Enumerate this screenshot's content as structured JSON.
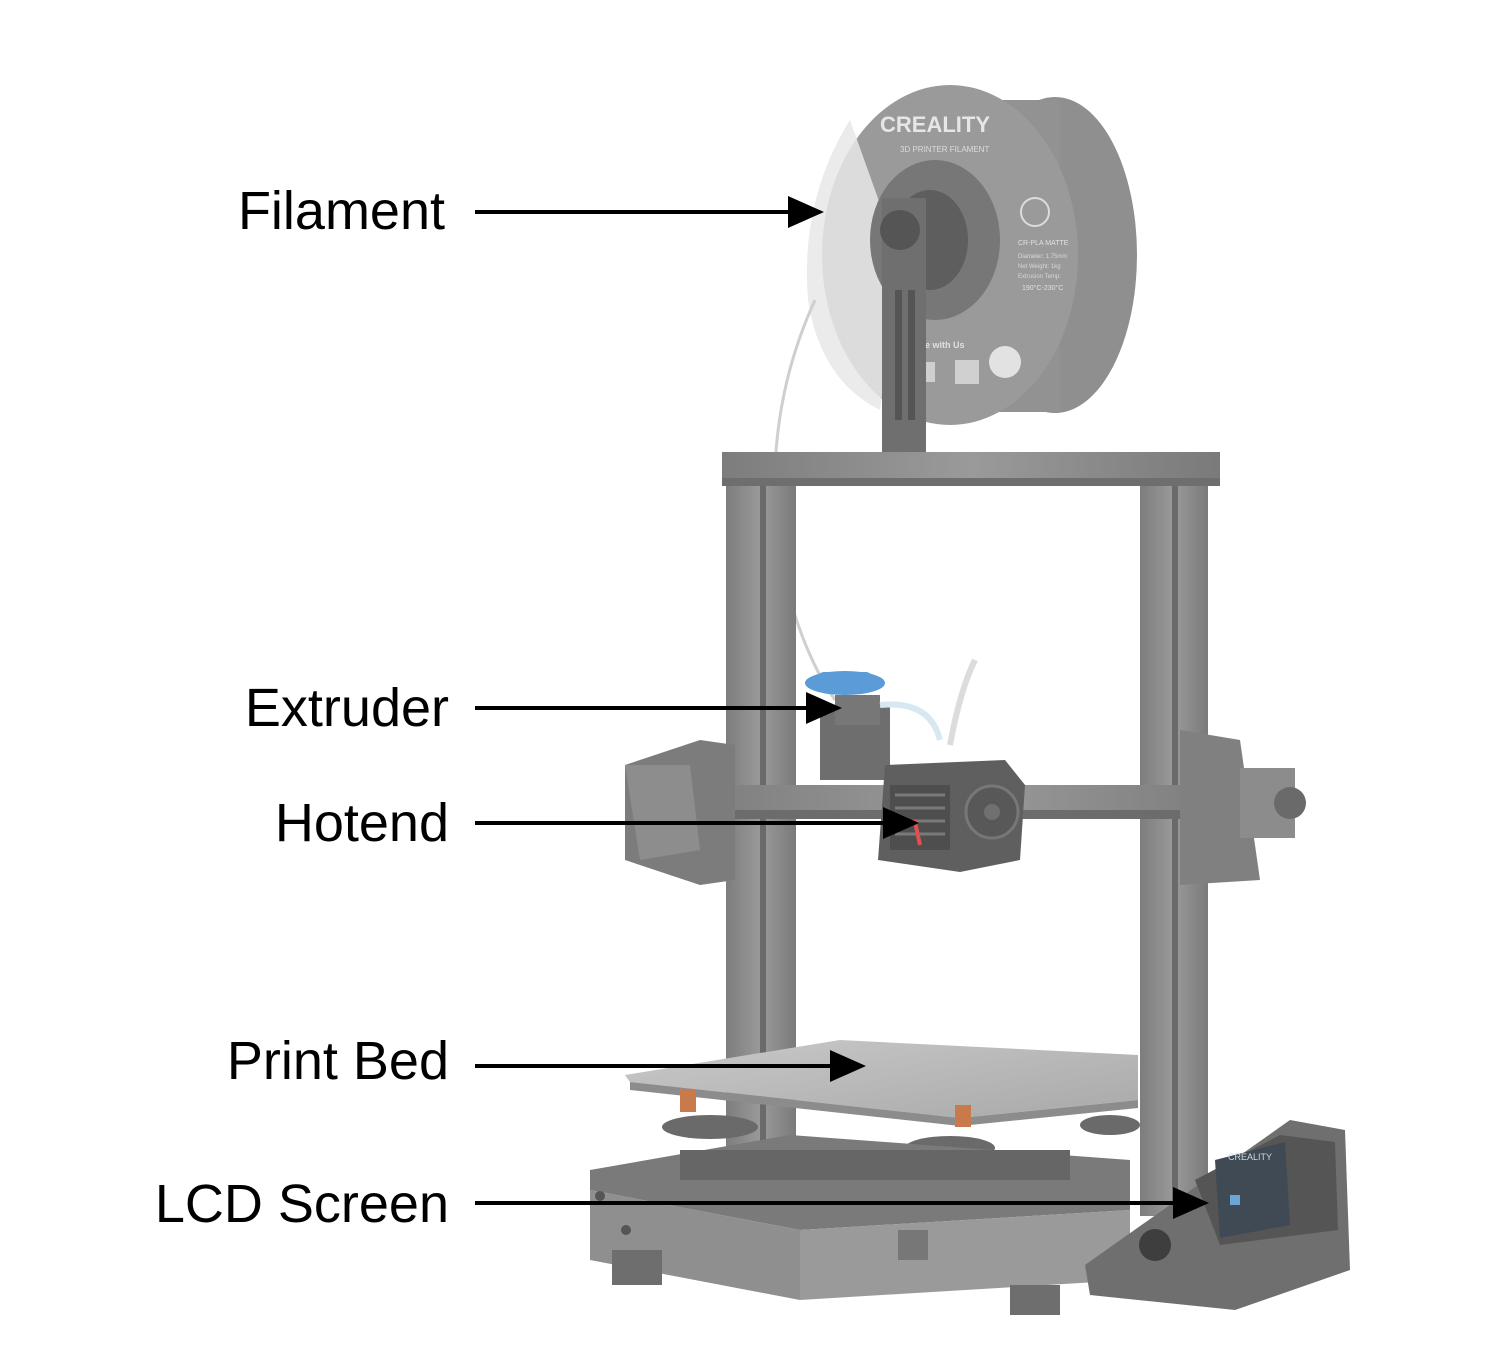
{
  "labels": {
    "filament": "Filament",
    "extruder": "Extruder",
    "hotend": "Hotend",
    "print_bed": "Print Bed",
    "lcd_screen": "LCD Screen"
  },
  "spool": {
    "brand": "CREALITY",
    "subtitle": "3D PRINTER FILAMENT",
    "material": "CR-PLA MATTE",
    "diameter": "Diameter: 1.75mm",
    "weight": "Net Weight: 1kg",
    "temp_label": "Extrusion Temp:",
    "temp": "190°C-230°C",
    "share": "Share with Us"
  },
  "lcd": {
    "brand": "CREALITY"
  },
  "colors": {
    "printer_body": "#8a8a8a",
    "printer_dark": "#5f5f5f",
    "printer_light": "#b5b5b5",
    "knob_blue": "#5a9bd8",
    "hotend_accent": "#e05050",
    "arrow": "#000000"
  }
}
